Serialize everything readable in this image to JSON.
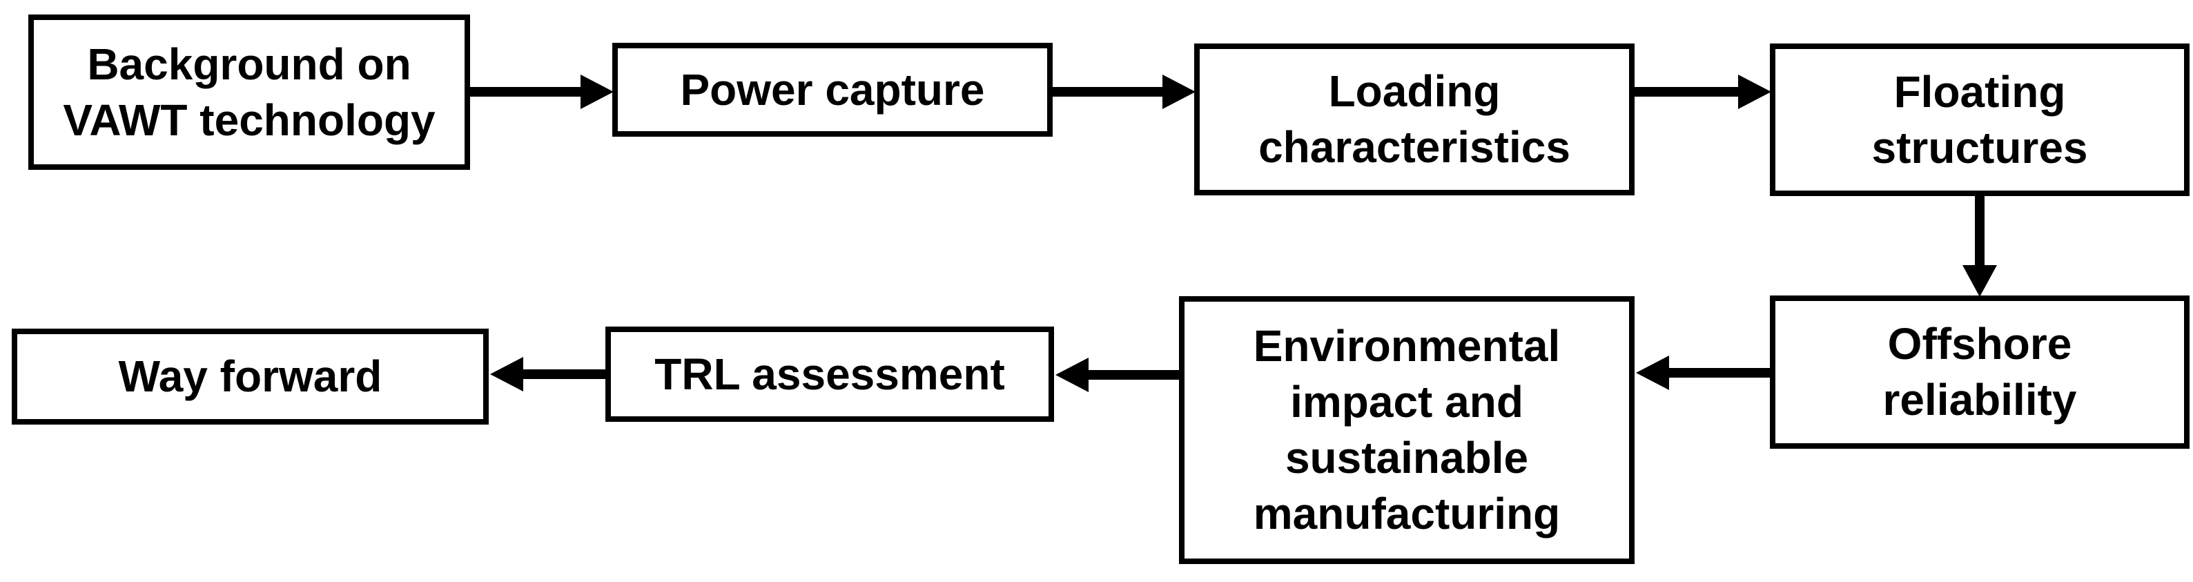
{
  "figure": {
    "background_color": "#ffffff",
    "box_fill": "#ffffff",
    "box_border_color": "#000000",
    "text_color": "#000000",
    "arrow_color": "#000000"
  },
  "diagram": {
    "type": "flowchart",
    "nodes": [
      {
        "id": "background-on-vawt-technology",
        "label": "Background on VAWT technology"
      },
      {
        "id": "power-capture",
        "label": "Power capture"
      },
      {
        "id": "loading-characteristics",
        "label": "Loading characteristics"
      },
      {
        "id": "floating-structures",
        "label": "Floating structures"
      },
      {
        "id": "offshore-reliability",
        "label": "Offshore reliability"
      },
      {
        "id": "environmental-impact-and-sustainable-manufacturing",
        "label": "Environmental impact and sustainable manufacturing"
      },
      {
        "id": "trl-assessment",
        "label": "TRL assessment"
      },
      {
        "id": "way-forward",
        "label": "Way forward"
      }
    ],
    "edges": [
      {
        "from": "Background on VAWT technology",
        "to": "Power capture",
        "direction": "right"
      },
      {
        "from": "Power capture",
        "to": "Loading characteristics",
        "direction": "right"
      },
      {
        "from": "Loading characteristics",
        "to": "Floating structures",
        "direction": "right"
      },
      {
        "from": "Floating structures",
        "to": "Offshore reliability",
        "direction": "down"
      },
      {
        "from": "Offshore reliability",
        "to": "Environmental impact and sustainable manufacturing",
        "direction": "left"
      },
      {
        "from": "Environmental impact and sustainable manufacturing",
        "to": "TRL assessment",
        "direction": "left"
      },
      {
        "from": "TRL assessment",
        "to": "Way forward",
        "direction": "left"
      }
    ]
  }
}
